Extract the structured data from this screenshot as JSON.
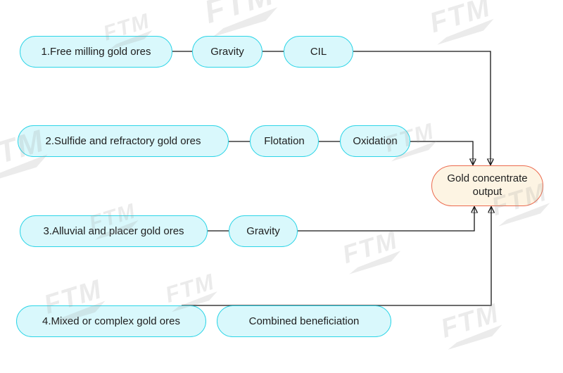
{
  "diagram": {
    "rows": [
      {
        "nodes": [
          "1.Free milling gold ores",
          "Gravity",
          "CIL"
        ]
      },
      {
        "nodes": [
          "2.Sulfide and refractory gold ores",
          "Flotation",
          "Oxidation"
        ]
      },
      {
        "nodes": [
          "3.Alluvial and placer gold ores",
          "Gravity"
        ]
      },
      {
        "nodes": [
          "4.Mixed or complex gold ores",
          "Combined beneficiation"
        ]
      }
    ],
    "output_label": "Gold concentrate output",
    "colors": {
      "node_fill": "#d9f8fc",
      "node_border": "#2dd5e7",
      "output_fill": "#fdf4e3",
      "output_border": "#ec6a4e",
      "line": "#141414",
      "text": "#202020"
    },
    "watermark": {
      "text": "FTM"
    }
  }
}
